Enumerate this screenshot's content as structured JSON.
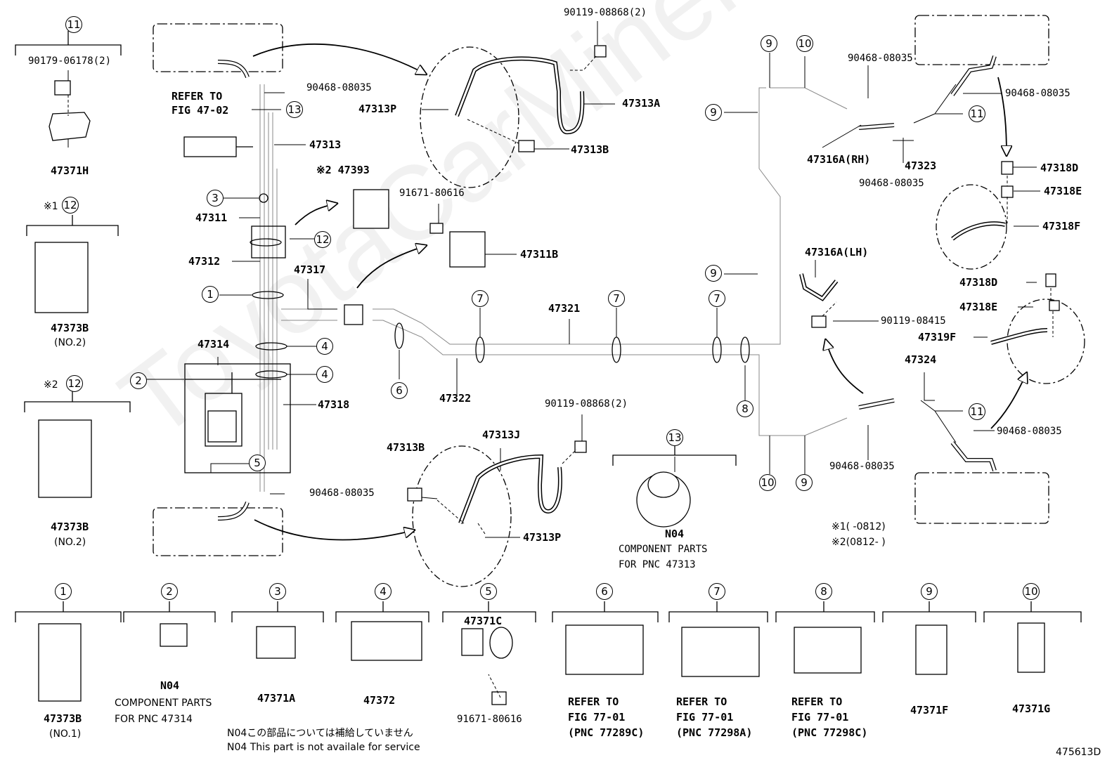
{
  "watermark": "ToyotaCarMiner.ru",
  "figure_id": "475613D",
  "upper_parts": {
    "p47371H": "47371H",
    "p90179": "90179-06178(2)",
    "p47373B_1": "47373B",
    "p47373B_1_sub": "(NO.2)",
    "p47373B_2": "47373B",
    "p47373B_2_sub": "(NO.2)",
    "mark1": "※1",
    "mark2": "※2",
    "refer_l1": "REFER TO",
    "refer_l2": "FIG 47-02",
    "p90468_a": "90468-08035",
    "p47313": "47313",
    "p47311": "47311",
    "p47312": "47312",
    "p47317": "47317",
    "p47314": "47314",
    "p47318": "47318",
    "p90468_b": "90468-08035",
    "p47393": "※2 47393",
    "p91671_a": "91671-80616",
    "p47311B": "47311B",
    "p90119_a": "90119-08868(2)",
    "p47313A": "47313A",
    "p47313P_a": "47313P",
    "p47313B_a": "47313B",
    "p47321": "47321",
    "p47322": "47322",
    "p90119_b": "90119-08868(2)",
    "p47313J": "47313J",
    "p47313B_b": "47313B",
    "p47313P_b": "47313P",
    "n04_a": "N04",
    "n04_a_l1": "COMPONENT PARTS",
    "n04_a_l2": "FOR PNC 47313",
    "p90468_c": "90468-08035",
    "p90468_d": "90468-08035",
    "p90468_e": "90468-08035",
    "p90468_f": "90468-08035",
    "p90468_g": "90468-08035",
    "p47316A_RH": "47316A(RH)",
    "p47323": "47323",
    "p47318D_a": "47318D",
    "p47318E_a": "47318E",
    "p47318F": "47318F",
    "p47316A_LH": "47316A(LH)",
    "p90119_c": "90119-08415",
    "p47318D_b": "47318D",
    "p47318E_b": "47318E",
    "p47319F": "47319F",
    "p47324": "47324",
    "date1": "※1(     -0812)",
    "date2": "※2(0812-     )"
  },
  "lower_parts": {
    "p47373B": "47373B",
    "p47373B_sub": "(NO.1)",
    "n04": "N04",
    "n04_l1": "COMPONENT PARTS",
    "n04_l2": "FOR PNC 47314",
    "p47371A": "47371A",
    "p47372": "47372",
    "p47371C": "47371C",
    "p91671": "91671-80616",
    "ref6_1": "REFER TO",
    "ref6_2": "FIG 77-01",
    "ref6_3": "(PNC 77289C)",
    "ref7_1": "REFER TO",
    "ref7_2": "FIG 77-01",
    "ref7_3": "(PNC 77298A)",
    "ref8_1": "REFER TO",
    "ref8_2": "FIG 77-01",
    "ref8_3": "(PNC 77298C)",
    "p47371F": "47371F",
    "p47371G": "47371G",
    "note_jp": "N04この部品については補給していません",
    "note_en": "N04 This part is not availale for service"
  },
  "callouts": {
    "c1": "1",
    "c2": "2",
    "c3": "3",
    "c4": "4",
    "c5": "5",
    "c6": "6",
    "c7": "7",
    "c8": "8",
    "c9": "9",
    "c10": "10",
    "c11": "11",
    "c12": "12",
    "c13": "13"
  }
}
